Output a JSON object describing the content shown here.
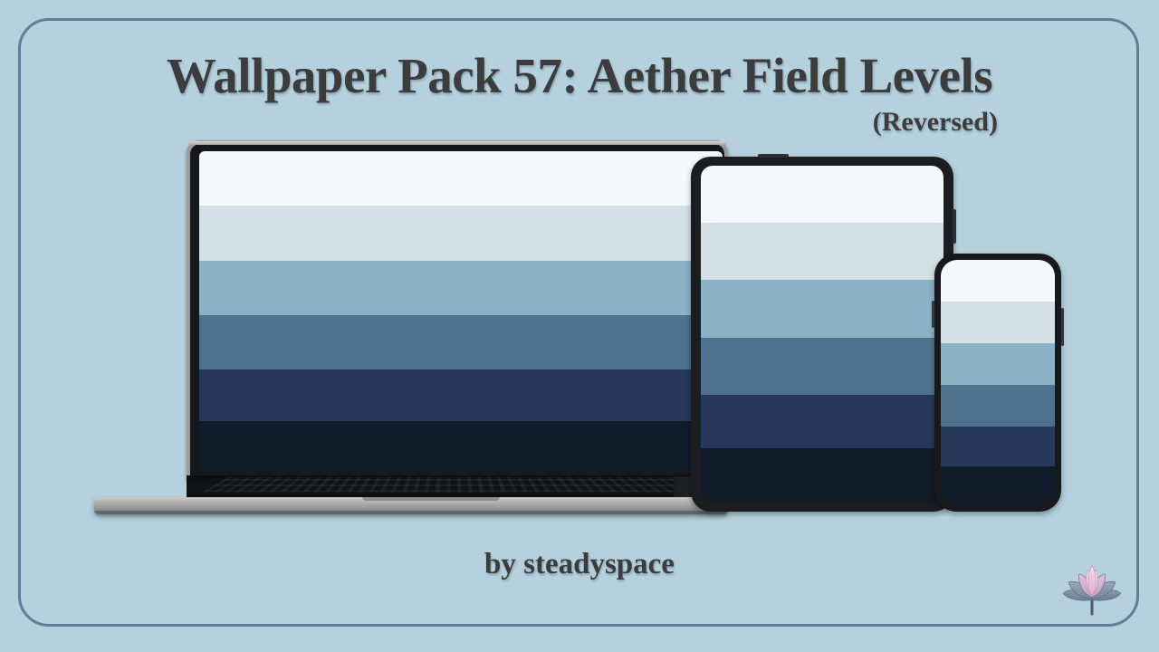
{
  "background_color": "#b5d1dd",
  "frame": {
    "border_color": "#5b8198"
  },
  "header": {
    "title": "Wallpaper Pack 57: Aether Field Levels",
    "subtitle": "(Reversed)",
    "title_color": "#3c3c3c"
  },
  "footer": {
    "byline": "by steadyspace",
    "logo_name": "lotus-icon"
  },
  "wallpaper": {
    "name": "Aether Field Levels (Reversed)",
    "band_count": 6,
    "bands": [
      {
        "index": 1,
        "color": "#f4f8fa",
        "label": "level-1",
        "weight": 17
      },
      {
        "index": 2,
        "color": "#d3e1e6",
        "label": "level-2",
        "weight": 17
      },
      {
        "index": 3,
        "color": "#8cb2c5",
        "label": "level-3",
        "weight": 17
      },
      {
        "index": 4,
        "color": "#4f738e",
        "label": "level-4",
        "weight": 17
      },
      {
        "index": 5,
        "color": "#26395a",
        "label": "level-5",
        "weight": 16
      },
      {
        "index": 6,
        "color": "#111c2b",
        "label": "level-6",
        "weight": 16
      }
    ]
  },
  "devices": [
    {
      "id": "laptop",
      "label": "laptop-mockup",
      "frame_color": "#9c9c9c",
      "bezel_color": "#16181c"
    },
    {
      "id": "tablet",
      "label": "tablet-mockup",
      "frame_color": "#1b1d21"
    },
    {
      "id": "phone",
      "label": "phone-mockup",
      "frame_color": "#17191d"
    }
  ],
  "logo_colors": {
    "petal_inner": "#efc6dc",
    "petal_mid": "#c8a9c4",
    "petal_outer": "#8e9cb0",
    "petal_back": "#7e8da3",
    "stem": "#4e5a6b"
  }
}
